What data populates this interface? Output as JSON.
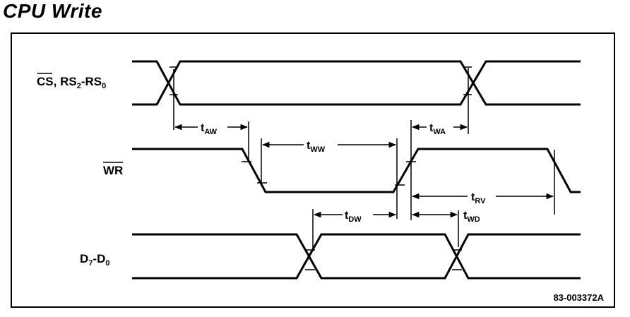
{
  "title": "CPU Write",
  "figure_id": "83-003372A",
  "signals": {
    "cs": {
      "main": "CS",
      "rest": ", RS",
      "s1": "2",
      "mid": "-RS",
      "s2": "0"
    },
    "wr": {
      "main": "WR"
    },
    "data": {
      "a": "D",
      "s1": "7",
      "mid": "-D",
      "s2": "0"
    }
  },
  "timings": {
    "taw": {
      "t": "t",
      "sub": "AW"
    },
    "tww": {
      "t": "t",
      "sub": "WW"
    },
    "twa": {
      "t": "t",
      "sub": "WA"
    },
    "trv": {
      "t": "t",
      "sub": "RV"
    },
    "tdw": {
      "t": "t",
      "sub": "DW"
    },
    "twd": {
      "t": "t",
      "sub": "WD"
    }
  }
}
